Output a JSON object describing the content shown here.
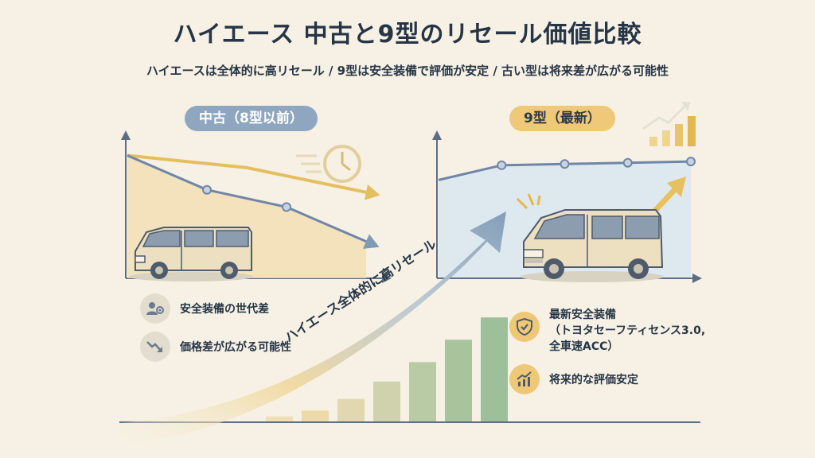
{
  "title": "ハイエース 中古と9型のリセール価値比較",
  "subtitle": "ハイエースは全体的に高リセール / 9型は安全装備で評価が安定 / 古い型は将来差が広がる可能性",
  "left_panel": {
    "label": "中古（8型以前）",
    "features": [
      {
        "icon": "people-gear-icon",
        "text": "安全装備の世代差"
      },
      {
        "icon": "downtrend-icon",
        "text": "価格差が広がる可能性"
      }
    ]
  },
  "right_panel": {
    "label": "9型（最新）",
    "features": [
      {
        "icon": "shield-check-icon",
        "lines": [
          "最新安全装備",
          "（トヨタセーフティセンス3.0,",
          "全車速ACC）"
        ]
      },
      {
        "icon": "uptrend-icon",
        "text": "将来的な評価安定"
      }
    ]
  },
  "center_arrow_label": "ハイエース全体的に高リセール",
  "colors": {
    "background": "#f6f1e4",
    "old_line": "#6f86a8",
    "old_fill": "#f3dfb0",
    "new_line": "#6f86a8",
    "new_fill": "#dbe7ef",
    "accent_gold": "#eec876",
    "arrow_blue": "#7e9bb5",
    "bar_green": "#9dbf99"
  },
  "chart_data": [
    {
      "type": "line",
      "series": [
        {
          "values": [
            100,
            72,
            58,
            30
          ]
        },
        {
          "values": [
            100,
            90,
            70
          ]
        }
      ],
      "x": [
        0,
        1,
        2,
        3
      ],
      "ylim": [
        0,
        110
      ]
    },
    {
      "type": "line",
      "series": [
        {
          "values": [
            80,
            92,
            93,
            94,
            95
          ]
        }
      ],
      "x": [
        0,
        1,
        2,
        3,
        4
      ],
      "ylim": [
        0,
        110
      ]
    },
    {
      "type": "bar",
      "values": [
        6,
        12,
        24,
        42,
        62,
        85,
        108
      ]
    }
  ]
}
